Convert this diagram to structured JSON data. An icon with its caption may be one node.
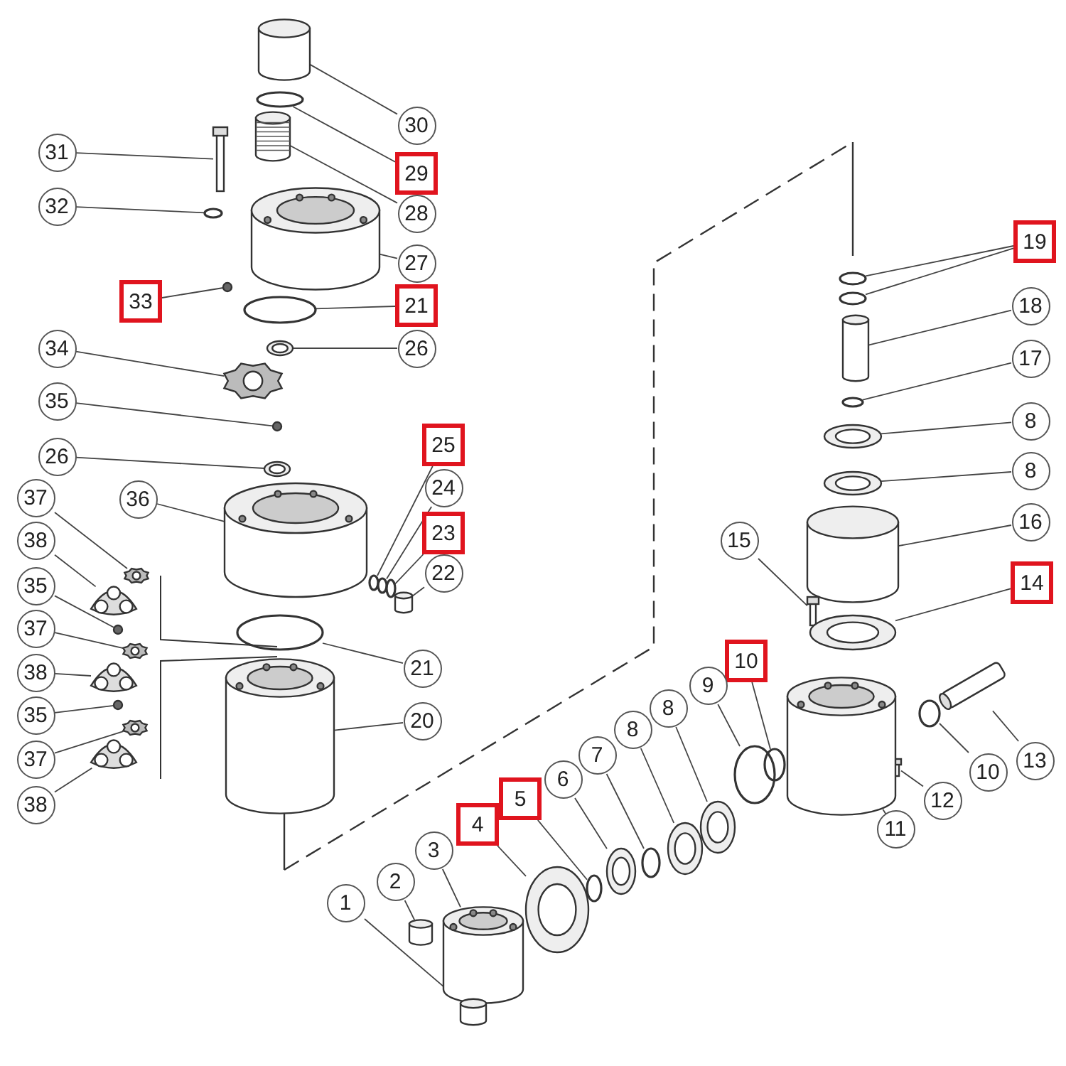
{
  "diagram": {
    "nodes": [
      {
        "text": [
          "30"
        ]
      },
      {
        "text": [
          "31"
        ]
      },
      {
        "text": [
          "29"
        ]
      },
      {
        "text": [
          "32"
        ]
      },
      {
        "text": [
          "28"
        ]
      },
      {
        "text": [
          "19"
        ]
      },
      {
        "text": [
          "27"
        ]
      },
      {
        "text": [
          "33"
        ]
      },
      {
        "text": [
          "21"
        ]
      },
      {
        "text": [
          "18"
        ]
      },
      {
        "text": [
          "34"
        ]
      },
      {
        "text": [
          "26"
        ]
      },
      {
        "text": [
          "17"
        ]
      },
      {
        "text": [
          "35"
        ]
      },
      {
        "text": [
          "8"
        ]
      },
      {
        "text": [
          "25"
        ]
      },
      {
        "text": [
          "26"
        ]
      },
      {
        "text": [
          "8"
        ]
      },
      {
        "text": [
          "24"
        ]
      },
      {
        "text": [
          "37"
        ]
      },
      {
        "text": [
          "36"
        ]
      },
      {
        "text": [
          "16"
        ]
      },
      {
        "text": [
          "23"
        ]
      },
      {
        "text": [
          "38"
        ]
      },
      {
        "text": [
          "15"
        ]
      },
      {
        "text": [
          "22"
        ]
      },
      {
        "text": [
          "14"
        ]
      },
      {
        "text": [
          "35"
        ]
      },
      {
        "text": [
          "37"
        ]
      },
      {
        "text": [
          "10"
        ]
      },
      {
        "text": [
          "21"
        ]
      },
      {
        "text": [
          "38"
        ]
      },
      {
        "text": [
          "9"
        ]
      },
      {
        "text": [
          "8"
        ]
      },
      {
        "text": [
          "35"
        ]
      },
      {
        "text": [
          "20"
        ]
      },
      {
        "text": [
          "8"
        ]
      },
      {
        "text": [
          "13"
        ]
      },
      {
        "text": [
          "7"
        ]
      },
      {
        "text": [
          "37"
        ]
      },
      {
        "text": [
          "10"
        ]
      },
      {
        "text": [
          "6"
        ]
      },
      {
        "text": [
          "5"
        ]
      },
      {
        "text": [
          "12"
        ]
      },
      {
        "text": [
          "38"
        ]
      },
      {
        "text": [
          "4"
        ]
      },
      {
        "text": [
          "11"
        ]
      },
      {
        "text": [
          "3"
        ]
      },
      {
        "text": [
          "2"
        ]
      },
      {
        "text": [
          "1"
        ]
      },
      {
        "text": [],
        "shape": "cylinder"
      },
      {
        "text": [],
        "shape": "bar"
      },
      {
        "text": [],
        "shape": "circle"
      },
      {
        "text": [],
        "shape": "circle"
      },
      {
        "text": [],
        "shape": "picture"
      },
      {
        "text": [],
        "shape": "circle"
      },
      {
        "text": [],
        "shape": "picture"
      },
      {
        "text": [],
        "shape": "circle"
      },
      {
        "text": [],
        "shape": "circle"
      },
      {
        "text": [],
        "shape": "cylinder"
      },
      {
        "text": [],
        "shape": "picture"
      },
      {
        "text": [],
        "shape": "picture"
      },
      {
        "text": [],
        "shape": "circle"
      },
      {
        "text": [],
        "shape": "circle"
      },
      {
        "text": [],
        "shape": "picture"
      },
      {
        "text": [],
        "shape": "circle"
      },
      {
        "text": [],
        "shape": "picture"
      },
      {
        "text": [],
        "shape": "picture"
      },
      {
        "text": [],
        "shape": "circle"
      },
      {
        "text": [],
        "shape": "picture"
      },
      {
        "text": [],
        "shape": "picture"
      },
      {
        "text": [],
        "shape": "cylinder"
      },
      {
        "text": [],
        "shape": "circle"
      },
      {
        "text": [],
        "shape": "picture"
      },
      {
        "text": [],
        "shape": "bar"
      },
      {
        "text": [],
        "shape": "cylinder"
      },
      {
        "text": [],
        "shape": "picture"
      },
      {
        "text": [],
        "shape": "circle"
      },
      {
        "text": [],
        "shape": "picture"
      },
      {
        "text": [],
        "shape": "circle"
      },
      {
        "text": [],
        "shape": "circle"
      },
      {
        "text": [],
        "shape": "picture"
      },
      {
        "text": [],
        "shape": "circle"
      },
      {
        "text": [],
        "shape": "picture"
      },
      {
        "text": [],
        "shape": "circle"
      },
      {
        "text": [],
        "shape": "picture"
      },
      {
        "text": [],
        "shape": "picture"
      },
      {
        "text": [],
        "shape": "picture"
      },
      {
        "text": [],
        "shape": "circle"
      },
      {
        "text": [],
        "shape": "picture"
      },
      {
        "text": [],
        "shape": "circle"
      },
      {
        "text": [],
        "shape": "picture"
      },
      {
        "text": [],
        "shape": "circle"
      },
      {
        "text": [],
        "shape": "bar"
      },
      {
        "text": [],
        "shape": "picture"
      },
      {
        "text": [],
        "shape": "picture"
      },
      {
        "text": [],
        "shape": "picture"
      },
      {
        "text": [],
        "shape": "picture"
      },
      {
        "text": [],
        "shape": "cylinder"
      },
      {
        "text": [],
        "shape": "cylinder"
      },
      {
        "text": [],
        "shape": "circle"
      }
    ],
    "edges": [
      {
        "from": 0,
        "to": 50,
        "arrow": "none"
      },
      {
        "from": 1,
        "to": 51,
        "arrow": "none"
      },
      {
        "from": 2,
        "to": 52,
        "arrow": "none"
      },
      {
        "from": 3,
        "to": 53,
        "arrow": "none"
      },
      {
        "from": 4,
        "to": 54,
        "arrow": "none"
      },
      {
        "from": 5,
        "to": 55,
        "arrow": "none"
      },
      {
        "from": 5,
        "to": 100,
        "arrow": "none"
      },
      {
        "from": 6,
        "to": 56,
        "arrow": "none"
      },
      {
        "from": 7,
        "to": 57,
        "arrow": "none"
      },
      {
        "from": 8,
        "to": 58,
        "arrow": "none"
      },
      {
        "from": 9,
        "to": 59,
        "arrow": "none"
      },
      {
        "from": 10,
        "to": 60,
        "arrow": "none"
      },
      {
        "from": 11,
        "to": 61,
        "arrow": "none"
      },
      {
        "from": 12,
        "to": 62,
        "arrow": "none"
      },
      {
        "from": 13,
        "to": 63,
        "arrow": "none"
      },
      {
        "from": 14,
        "to": 64,
        "arrow": "none"
      },
      {
        "from": 15,
        "to": 65,
        "arrow": "none"
      },
      {
        "from": 16,
        "to": 66,
        "arrow": "none"
      },
      {
        "from": 17,
        "to": 67,
        "arrow": "none"
      },
      {
        "from": 18,
        "to": 68,
        "arrow": "none"
      },
      {
        "from": 19,
        "to": 69,
        "arrow": "none"
      },
      {
        "from": 20,
        "to": 70,
        "arrow": "none"
      },
      {
        "from": 21,
        "to": 71,
        "arrow": "none"
      },
      {
        "from": 22,
        "to": 72,
        "arrow": "none"
      },
      {
        "from": 23,
        "to": 73,
        "arrow": "none"
      },
      {
        "from": 24,
        "to": 74,
        "arrow": "none"
      },
      {
        "from": 25,
        "to": 75,
        "arrow": "none"
      },
      {
        "from": 26,
        "to": 76,
        "arrow": "none"
      },
      {
        "from": 27,
        "to": 77,
        "arrow": "none"
      },
      {
        "from": 28,
        "to": 78,
        "arrow": "none"
      },
      {
        "from": 29,
        "to": 79,
        "arrow": "none"
      },
      {
        "from": 30,
        "to": 80,
        "arrow": "none"
      },
      {
        "from": 31,
        "to": 81,
        "arrow": "none"
      },
      {
        "from": 32,
        "to": 82,
        "arrow": "none"
      },
      {
        "from": 33,
        "to": 83,
        "arrow": "none"
      },
      {
        "from": 34,
        "to": 84,
        "arrow": "none"
      },
      {
        "from": 35,
        "to": 85,
        "arrow": "none"
      },
      {
        "from": 36,
        "to": 86,
        "arrow": "none"
      },
      {
        "from": 37,
        "to": 87,
        "arrow": "none"
      },
      {
        "from": 38,
        "to": 88,
        "arrow": "none"
      },
      {
        "from": 39,
        "to": 89,
        "arrow": "none"
      },
      {
        "from": 40,
        "to": 90,
        "arrow": "none"
      },
      {
        "from": 41,
        "to": 91,
        "arrow": "none"
      },
      {
        "from": 42,
        "to": 92,
        "arrow": "none"
      },
      {
        "from": 43,
        "to": 93,
        "arrow": "none"
      },
      {
        "from": 44,
        "to": 94,
        "arrow": "none"
      },
      {
        "from": 45,
        "to": 95,
        "arrow": "none"
      },
      {
        "from": 46,
        "to": 96,
        "arrow": "none"
      },
      {
        "from": 47,
        "to": 97,
        "arrow": "none"
      },
      {
        "from": 48,
        "to": 98,
        "arrow": "none"
      },
      {
        "from": 49,
        "to": 99,
        "arrow": "none"
      }
    ]
  }
}
